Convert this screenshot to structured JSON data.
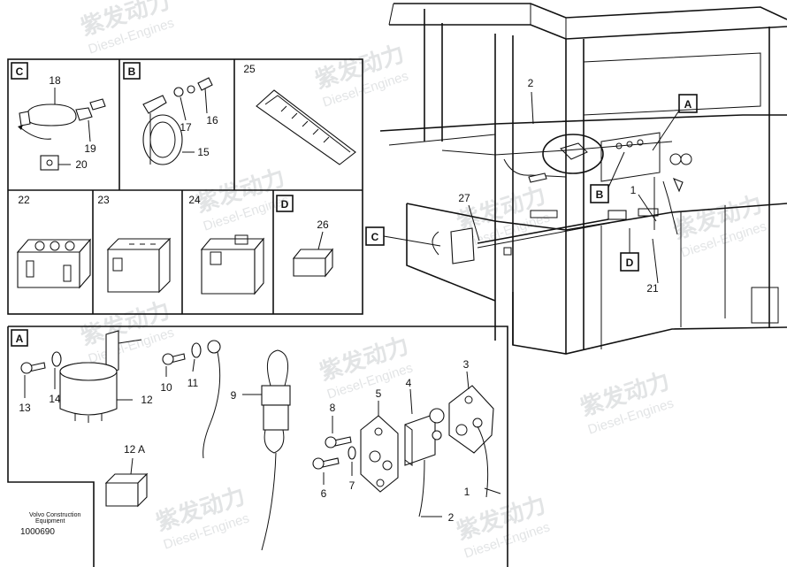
{
  "callouts": {
    "c1": "1",
    "c2": "2",
    "c3": "3",
    "c4": "4",
    "c5": "5",
    "c6": "6",
    "c7": "7",
    "c8": "8",
    "c9": "9",
    "c10": "10",
    "c11": "11",
    "c12": "12",
    "c12a": "12 A",
    "c13": "13",
    "c14": "14",
    "c15": "15",
    "c16": "16",
    "c17": "17",
    "c18": "18",
    "c19": "19",
    "c20": "20",
    "c21": "21",
    "c22": "22",
    "c23": "23",
    "c24": "24",
    "c25": "25",
    "c26": "26",
    "c27": "27",
    "cab_2": "2",
    "cab_1": "1",
    "cab_21": "21",
    "cab_27": "27"
  },
  "detail_tags": {
    "A": "A",
    "B": "B",
    "C": "C",
    "D": "D"
  },
  "cab_tags": {
    "A": "A",
    "B": "B",
    "C": "C",
    "D": "D"
  },
  "footer": {
    "company_line1": "Volvo Construction",
    "company_line2": "Equipment",
    "drawing_number": "1000690"
  },
  "watermark": {
    "brand": "紫发动力",
    "sub": "Diesel-Engines"
  }
}
